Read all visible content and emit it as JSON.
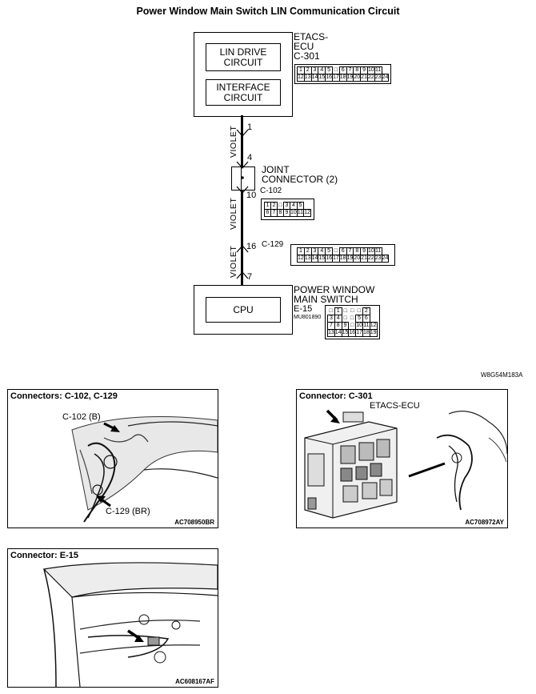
{
  "title": "Power Window Main Switch LIN Communication Circuit",
  "etacs": {
    "name_line1": "ETACS-",
    "name_line2": "ECU",
    "code": "C-301",
    "lin_drive": "LIN DRIVE\nCIRCUIT",
    "interface": "INTERFACE\nCIRCUIT",
    "conn_row1": [
      "1",
      "2",
      "3",
      "4",
      "5",
      "",
      "6",
      "7",
      "8",
      "9",
      "10",
      "11"
    ],
    "conn_row2": [
      "12",
      "13",
      "14",
      "15",
      "16",
      "17",
      "18",
      "19",
      "20",
      "21",
      "22",
      "23",
      "24"
    ]
  },
  "wire": {
    "color_label": "VIOLET",
    "pins": {
      "etacs": "1",
      "jc_top": "4",
      "jc_bottom": "10",
      "c129": "16",
      "switch": "7"
    }
  },
  "joint_connector": {
    "name": "JOINT\nCONNECTOR (2)",
    "code": "C-102",
    "row1": [
      "1",
      "2",
      "",
      "3",
      "4",
      "5"
    ],
    "row2": [
      "6",
      "7",
      "8",
      "9",
      "10",
      "11",
      "12"
    ]
  },
  "c129": {
    "code": "C-129",
    "row1": [
      "1",
      "2",
      "3",
      "4",
      "5",
      "",
      "6",
      "7",
      "8",
      "9",
      "10",
      "11"
    ],
    "row2": [
      "12",
      "13",
      "14",
      "15",
      "16",
      "17",
      "18",
      "19",
      "20",
      "21",
      "22",
      "23",
      "24"
    ]
  },
  "switch": {
    "name": "POWER WINDOW\nMAIN SWITCH",
    "code": "E-15",
    "part_no": "MU801890",
    "cpu": "CPU",
    "rows": [
      [
        "",
        "1",
        "",
        "",
        "",
        "2"
      ],
      [
        "3",
        "4",
        "",
        "",
        "5",
        "6"
      ],
      [
        "7",
        "8",
        "9",
        "",
        "10",
        "11",
        "12"
      ],
      [
        "13",
        "14",
        "15",
        "16",
        "17",
        "18",
        "19"
      ]
    ]
  },
  "figure_code": "W8G54M183A",
  "panels": {
    "p1": {
      "title": "Connectors: C-102, C-129",
      "label_a": "C-102 (B)",
      "label_b": "C-129 (BR)",
      "code": "AC708950BR"
    },
    "p2": {
      "title": "Connector: C-301",
      "label_a": "ETACS-ECU",
      "code": "AC708972AY"
    },
    "p3": {
      "title": "Connector: E-15",
      "code": "AC608167AF"
    }
  },
  "colors": {
    "line": "#000000",
    "background": "#ffffff"
  },
  "icons": [
    "arrow-icon"
  ]
}
